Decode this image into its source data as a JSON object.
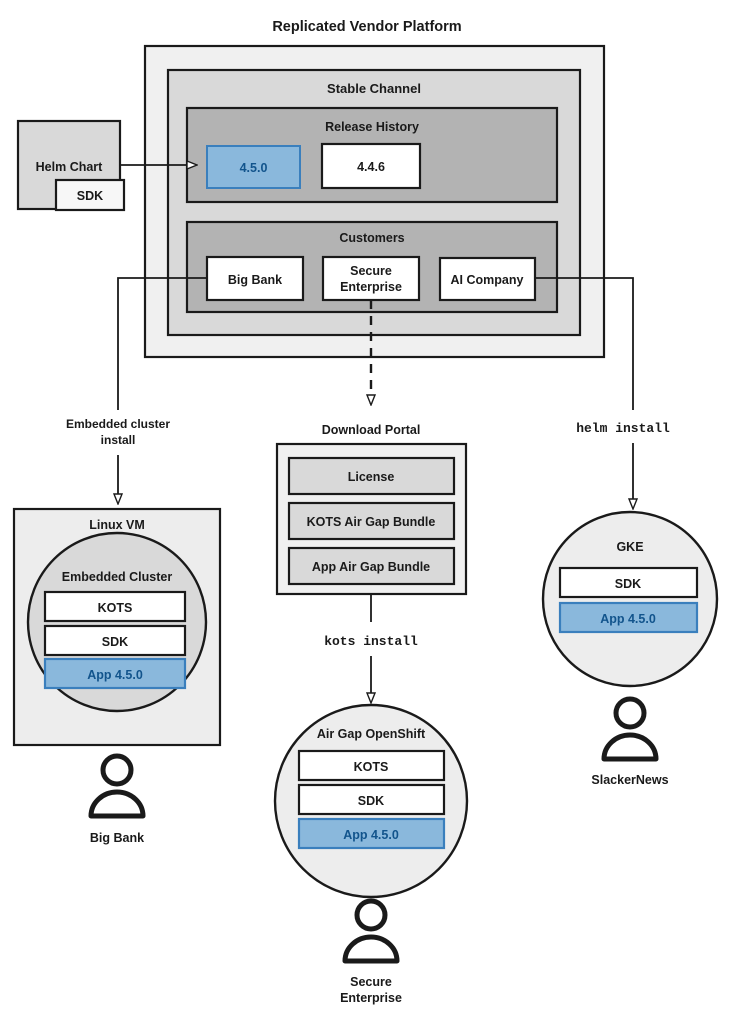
{
  "diagram": {
    "title": "Replicated Vendor Platform",
    "platform": {
      "channel_label": "Stable Channel",
      "release_history": {
        "label": "Release History",
        "releases": [
          {
            "version": "4.5.0",
            "highlighted": true
          },
          {
            "version": "4.4.6",
            "highlighted": false
          }
        ]
      },
      "customers": {
        "label": "Customers",
        "items": [
          {
            "name": "Big Bank"
          },
          {
            "name": "Secure Enterprise",
            "line1": "Secure",
            "line2": "Enterprise"
          },
          {
            "name": "AI Company"
          }
        ]
      }
    },
    "helm_chart": {
      "label": "Helm Chart",
      "sdk_label": "SDK"
    },
    "edges": [
      {
        "label_line1": "Embedded cluster",
        "label_line2": "install",
        "style": "solid"
      },
      {
        "label_line1": "helm install",
        "style": "mono"
      },
      {
        "label_line1": "kots install",
        "style": "mono"
      }
    ],
    "download_portal": {
      "label": "Download Portal",
      "items": [
        "License",
        "KOTS Air Gap Bundle",
        "App Air Gap Bundle"
      ]
    },
    "targets": [
      {
        "id": "linux-vm",
        "label": "Linux VM",
        "inner_label": "Embedded Cluster",
        "components": [
          {
            "label": "KOTS",
            "highlighted": false
          },
          {
            "label": "SDK",
            "highlighted": false
          },
          {
            "label": "App 4.5.0",
            "highlighted": true
          }
        ],
        "actor": "Big Bank"
      },
      {
        "id": "air-gap-openshift",
        "label": "Air Gap OpenShift",
        "components": [
          {
            "label": "KOTS",
            "highlighted": false
          },
          {
            "label": "SDK",
            "highlighted": false
          },
          {
            "label": "App 4.5.0",
            "highlighted": true
          }
        ],
        "actor_line1": "Secure",
        "actor_line2": "Enterprise"
      },
      {
        "id": "gke",
        "label": "GKE",
        "components": [
          {
            "label": "SDK",
            "highlighted": false
          },
          {
            "label": "App 4.5.0",
            "highlighted": true
          }
        ],
        "actor": "SlackerNews"
      }
    ],
    "colors": {
      "highlight_fill": "#8ab8dc",
      "highlight_stroke": "#3a7fbd",
      "highlight_text": "#12548c",
      "box_white": "#ffffff",
      "shade_outer": "#f0f0f0",
      "shade_mid": "#d9d9d9",
      "shade_inner": "#b3b3b3",
      "stroke": "#1a1a1a"
    }
  }
}
